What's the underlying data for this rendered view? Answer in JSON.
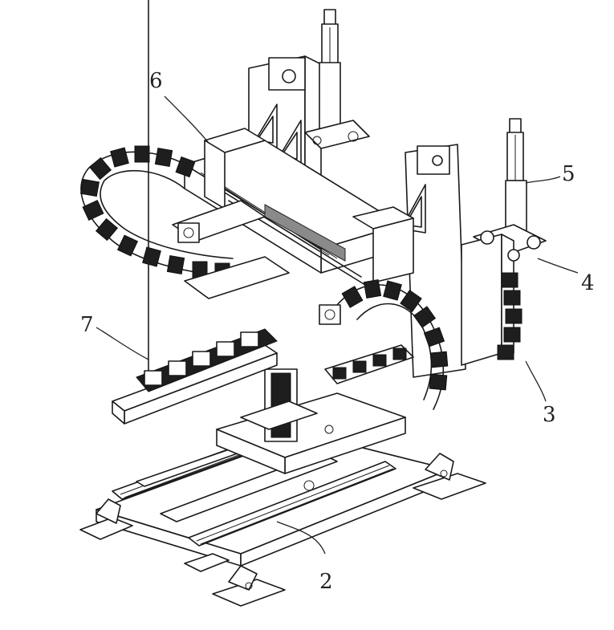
{
  "figure": {
    "labels": {
      "l2": "2",
      "l3": "3",
      "l4": "4",
      "l5": "5",
      "l6": "6",
      "l7": "7"
    }
  }
}
